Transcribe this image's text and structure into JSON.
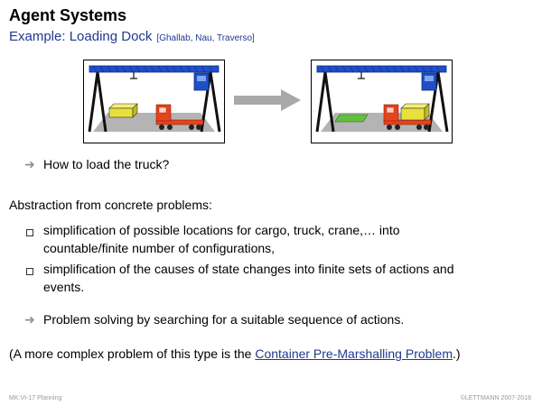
{
  "title": "Agent Systems",
  "subtitle": "Example: Loading Dock",
  "citation": "[Ghallab, Nau, Traverso]",
  "arrow_glyph": "➜",
  "question": "How to load the truck?",
  "abstraction_heading": "Abstraction from concrete problems:",
  "items": [
    {
      "line1": "simplification of possible locations for cargo, truck, crane,… into",
      "line2": "countable/finite number of configurations,"
    },
    {
      "line1": "simplification of the causes of state changes into finite sets of actions and",
      "line2": "events."
    }
  ],
  "conclusion": "Problem solving by searching for a suitable sequence of actions.",
  "note": {
    "before": "(A more complex problem of this type is the ",
    "link": "Container Pre-Marshalling Problem",
    "after": ".)"
  },
  "footer": {
    "left": "MK:VI-17   Planning",
    "right": "©LETTMANN 2007-2018"
  },
  "colors": {
    "crane": "#1f4fc8",
    "cargo": "#e8e03c",
    "truck": "#e8431c",
    "floor": "#b4b4b4",
    "target_spot": "#5fc23a",
    "accent": "#1f3a8f"
  }
}
